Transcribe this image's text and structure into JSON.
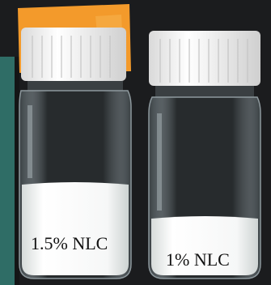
{
  "vials": [
    {
      "name": "left-vial",
      "label": "1.5% NLC",
      "fill_fraction": 0.38
    },
    {
      "name": "right-vial",
      "label": "1% NLC",
      "fill_fraction": 0.22
    }
  ],
  "colors": {
    "background": "#1b1c1e",
    "teal_board": "#2f6d66",
    "cap": "#f2f2f2",
    "tape": "#f39a2b",
    "liquid": "#f1f3f2",
    "glass": "#6f7a80"
  }
}
